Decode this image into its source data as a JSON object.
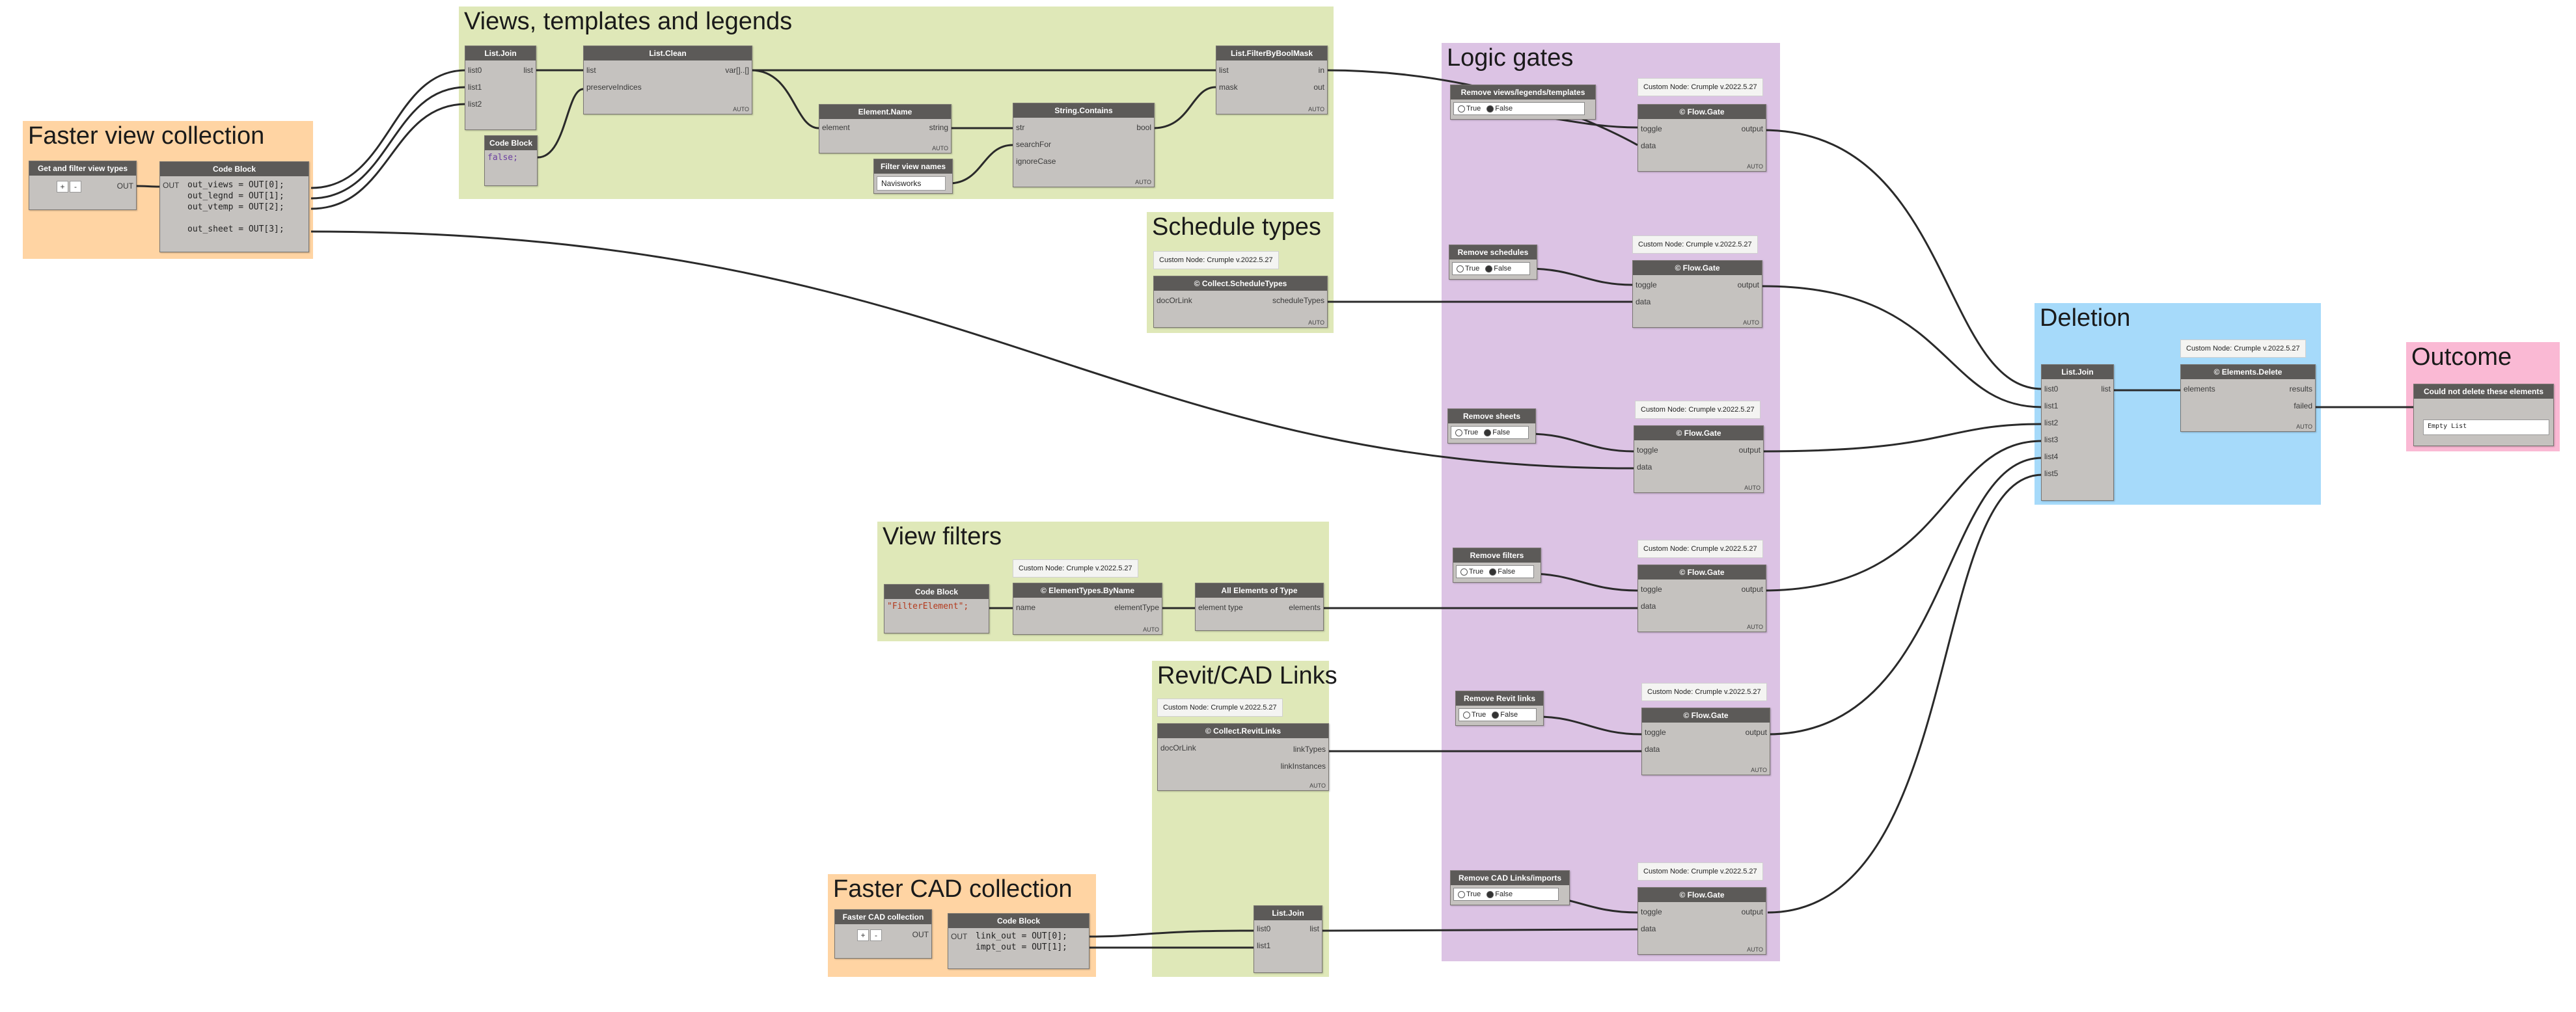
{
  "groups": {
    "faster_view": "Faster view collection",
    "views_templates": "Views, templates and legends",
    "schedule_types": "Schedule types",
    "view_filters": "View filters",
    "revit_cad_links": "Revit/CAD Links",
    "faster_cad": "Faster CAD collection",
    "logic_gates": "Logic gates",
    "deletion": "Deletion",
    "outcome": "Outcome"
  },
  "colors": {
    "orange": "#ffd4a3",
    "green": "#dfe8b8",
    "purple": "#dcc3e4",
    "blue": "#a6dafa",
    "pink": "#fab9d4",
    "node_header": "#5c5a58",
    "node_body": "#c5c2bf",
    "wire": "#2a2a2a"
  },
  "nodes": {
    "get_filter_view_types": {
      "title": "Get and filter view types",
      "out": "OUT",
      "plus": "+",
      "minus": "-"
    },
    "code_block_views": {
      "title": "Code Block",
      "out": "OUT",
      "lines": [
        "out_views = OUT[0];",
        "out_legnd = OUT[1];",
        "out_vtemp = OUT[2];",
        "",
        "out_sheet = OUT[3];"
      ]
    },
    "list_join_top": {
      "title": "List.Join",
      "in": [
        "list0",
        "list1",
        "list2"
      ],
      "out": "list"
    },
    "list_clean": {
      "title": "List.Clean",
      "in": [
        "list",
        "preserveIndices"
      ],
      "out": "var[]..[]",
      "lacing": "AUTO"
    },
    "code_block_false": {
      "title": "Code Block",
      "value": "false;"
    },
    "element_name": {
      "title": "Element.Name",
      "in": "element",
      "out": "string",
      "lacing": "AUTO"
    },
    "filter_view_names": {
      "title": "Filter view names",
      "value": "Navisworks"
    },
    "string_contains": {
      "title": "String.Contains",
      "in": [
        "str",
        "searchFor",
        "ignoreCase"
      ],
      "out": "bool",
      "lacing": "AUTO"
    },
    "filter_by_bool_mask": {
      "title": "List.FilterByBoolMask",
      "in": [
        "list",
        "mask"
      ],
      "out": [
        "in",
        "out"
      ],
      "lacing": "AUTO"
    },
    "collect_schedule_types": {
      "note": "Custom Node: Crumple v.2022.5.27",
      "title": "© Collect.ScheduleTypes",
      "in": "docOrLink",
      "out": "scheduleTypes",
      "lacing": "AUTO"
    },
    "code_block_filter": {
      "title": "Code Block",
      "value": "\"FilterElement\";"
    },
    "element_types_by_name": {
      "note": "Custom Node: Crumple v.2022.5.27",
      "title": "© ElementTypes.ByName",
      "in": "name",
      "out": "elementType",
      "lacing": "AUTO"
    },
    "all_elements_of_type": {
      "title": "All Elements of Type",
      "in": "element type",
      "out": "elements"
    },
    "collect_revit_links": {
      "note": "Custom Node: Crumple v.2022.5.27",
      "title": "© Collect.RevitLinks",
      "in": "docOrLink",
      "out": [
        "linkTypes",
        "linkInstances"
      ],
      "lacing": "AUTO"
    },
    "faster_cad_collection": {
      "title": "Faster CAD collection",
      "out": "OUT",
      "plus": "+",
      "minus": "-"
    },
    "code_block_cad": {
      "title": "Code Block",
      "out": "OUT",
      "lines": [
        "link_out = OUT[0];",
        "impt_out = OUT[1];"
      ]
    },
    "list_join_bottom": {
      "title": "List.Join",
      "in": [
        "list0",
        "list1"
      ],
      "out": "list"
    },
    "list_join_deletion": {
      "title": "List.Join",
      "in": [
        "list0",
        "list1",
        "list2",
        "list3",
        "list4",
        "list5"
      ],
      "out": "list"
    },
    "elements_delete": {
      "note": "Custom Node: Crumple v.2022.5.27",
      "title": "© Elements.Delete",
      "in": "elements",
      "out": [
        "results",
        "failed"
      ],
      "lacing": "AUTO"
    },
    "could_not_delete": {
      "title": "Could not delete these elements",
      "value": "Empty List"
    }
  },
  "gates": [
    {
      "label": "Remove views/legends/templates",
      "true": "True",
      "false": "False",
      "note": "Custom Node: Crumple v.2022.5.27",
      "title": "© Flow.Gate",
      "in": [
        "toggle",
        "data"
      ],
      "out": "output",
      "lacing": "AUTO"
    },
    {
      "label": "Remove schedules",
      "true": "True",
      "false": "False",
      "note": "Custom Node: Crumple v.2022.5.27",
      "title": "© Flow.Gate",
      "in": [
        "toggle",
        "data"
      ],
      "out": "output",
      "lacing": "AUTO"
    },
    {
      "label": "Remove sheets",
      "true": "True",
      "false": "False",
      "note": "Custom Node: Crumple v.2022.5.27",
      "title": "© Flow.Gate",
      "in": [
        "toggle",
        "data"
      ],
      "out": "output",
      "lacing": "AUTO"
    },
    {
      "label": "Remove filters",
      "true": "True",
      "false": "False",
      "note": "Custom Node: Crumple v.2022.5.27",
      "title": "© Flow.Gate",
      "in": [
        "toggle",
        "data"
      ],
      "out": "output",
      "lacing": "AUTO"
    },
    {
      "label": "Remove Revit links",
      "true": "True",
      "false": "False",
      "note": "Custom Node: Crumple v.2022.5.27",
      "title": "© Flow.Gate",
      "in": [
        "toggle",
        "data"
      ],
      "out": "output",
      "lacing": "AUTO"
    },
    {
      "label": "Remove CAD Links/imports",
      "true": "True",
      "false": "False",
      "note": "Custom Node: Crumple v.2022.5.27",
      "title": "© Flow.Gate",
      "in": [
        "toggle",
        "data"
      ],
      "out": "output",
      "lacing": "AUTO"
    }
  ]
}
